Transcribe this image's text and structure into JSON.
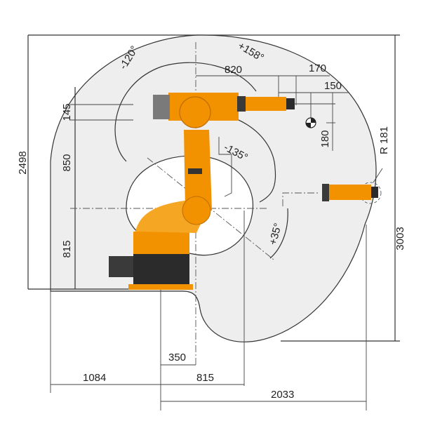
{
  "diagram": {
    "type": "robot-work-envelope-side-view",
    "colors": {
      "envelope_fill": "#eeeeee",
      "robot_orange": "#f39200",
      "robot_dark": "#2b2b2b",
      "robot_gray": "#7a7a7a",
      "line": "#333333",
      "background": "#ffffff"
    },
    "dimensions": {
      "total_height": "2498",
      "total_depth": "3003",
      "wrist_offset_vertical": "145",
      "arm_link_length": "850",
      "base_height": "815",
      "forearm_reach": "820",
      "flange_offset_170": "170",
      "flange_offset_150": "150",
      "tcp_offset_180": "180",
      "wrist_radius": "R 181",
      "rear_reach": "1084",
      "axis1_offset": "350",
      "link_offset_815": "815",
      "front_reach": "2033"
    },
    "angles": {
      "axis2_negative": "-120°",
      "axis2_positive": "+158°",
      "axis3_negative": "-135°",
      "axis3_positive": "+35°"
    }
  }
}
